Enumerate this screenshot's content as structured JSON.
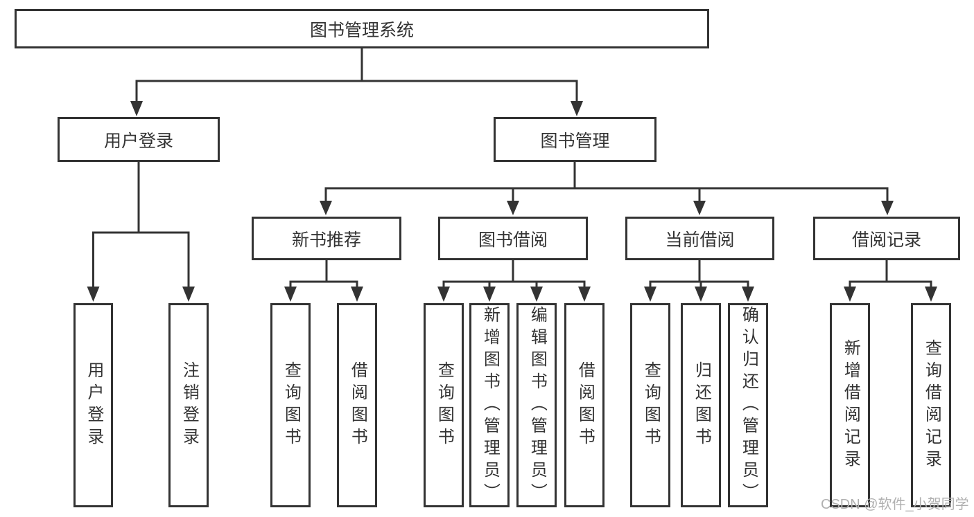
{
  "diagram": {
    "root": {
      "id": "library-management-system",
      "label": "图书管理系统"
    },
    "level2": [
      {
        "id": "user-login",
        "label": "用户登录"
      },
      {
        "id": "book-management",
        "label": "图书管理"
      }
    ],
    "level3": [
      {
        "id": "new-book-recommend",
        "label": "新书推荐",
        "parent": "book-management"
      },
      {
        "id": "book-borrow",
        "label": "图书借阅",
        "parent": "book-management"
      },
      {
        "id": "current-borrow",
        "label": "当前借阅",
        "parent": "book-management"
      },
      {
        "id": "borrow-records",
        "label": "借阅记录",
        "parent": "book-management"
      }
    ],
    "leaves": [
      {
        "label": "用户登录",
        "parent": "user-login"
      },
      {
        "label": "注销登录",
        "parent": "user-login"
      },
      {
        "label": "查询图书",
        "parent": "new-book-recommend"
      },
      {
        "label": "借阅图书",
        "parent": "new-book-recommend"
      },
      {
        "label": "查询图书",
        "parent": "book-borrow"
      },
      {
        "label": "新增图书（管理员）",
        "parent": "book-borrow"
      },
      {
        "label": "编辑图书（管理员）",
        "parent": "book-borrow"
      },
      {
        "label": "借阅图书",
        "parent": "book-borrow"
      },
      {
        "label": "查询图书",
        "parent": "current-borrow"
      },
      {
        "label": "归还图书",
        "parent": "current-borrow"
      },
      {
        "label": "确认归还（管理员）",
        "parent": "current-borrow"
      },
      {
        "label": "新增借阅记录",
        "parent": "borrow-records"
      },
      {
        "label": "查询借阅记录",
        "parent": "borrow-records"
      }
    ]
  },
  "watermark": {
    "text": "CSDN @软件_小贺同学",
    "color": "#b0b0b0"
  },
  "colors": {
    "line": "#333333",
    "box_border": "#333333",
    "text": "#333333",
    "background": "#ffffff"
  }
}
